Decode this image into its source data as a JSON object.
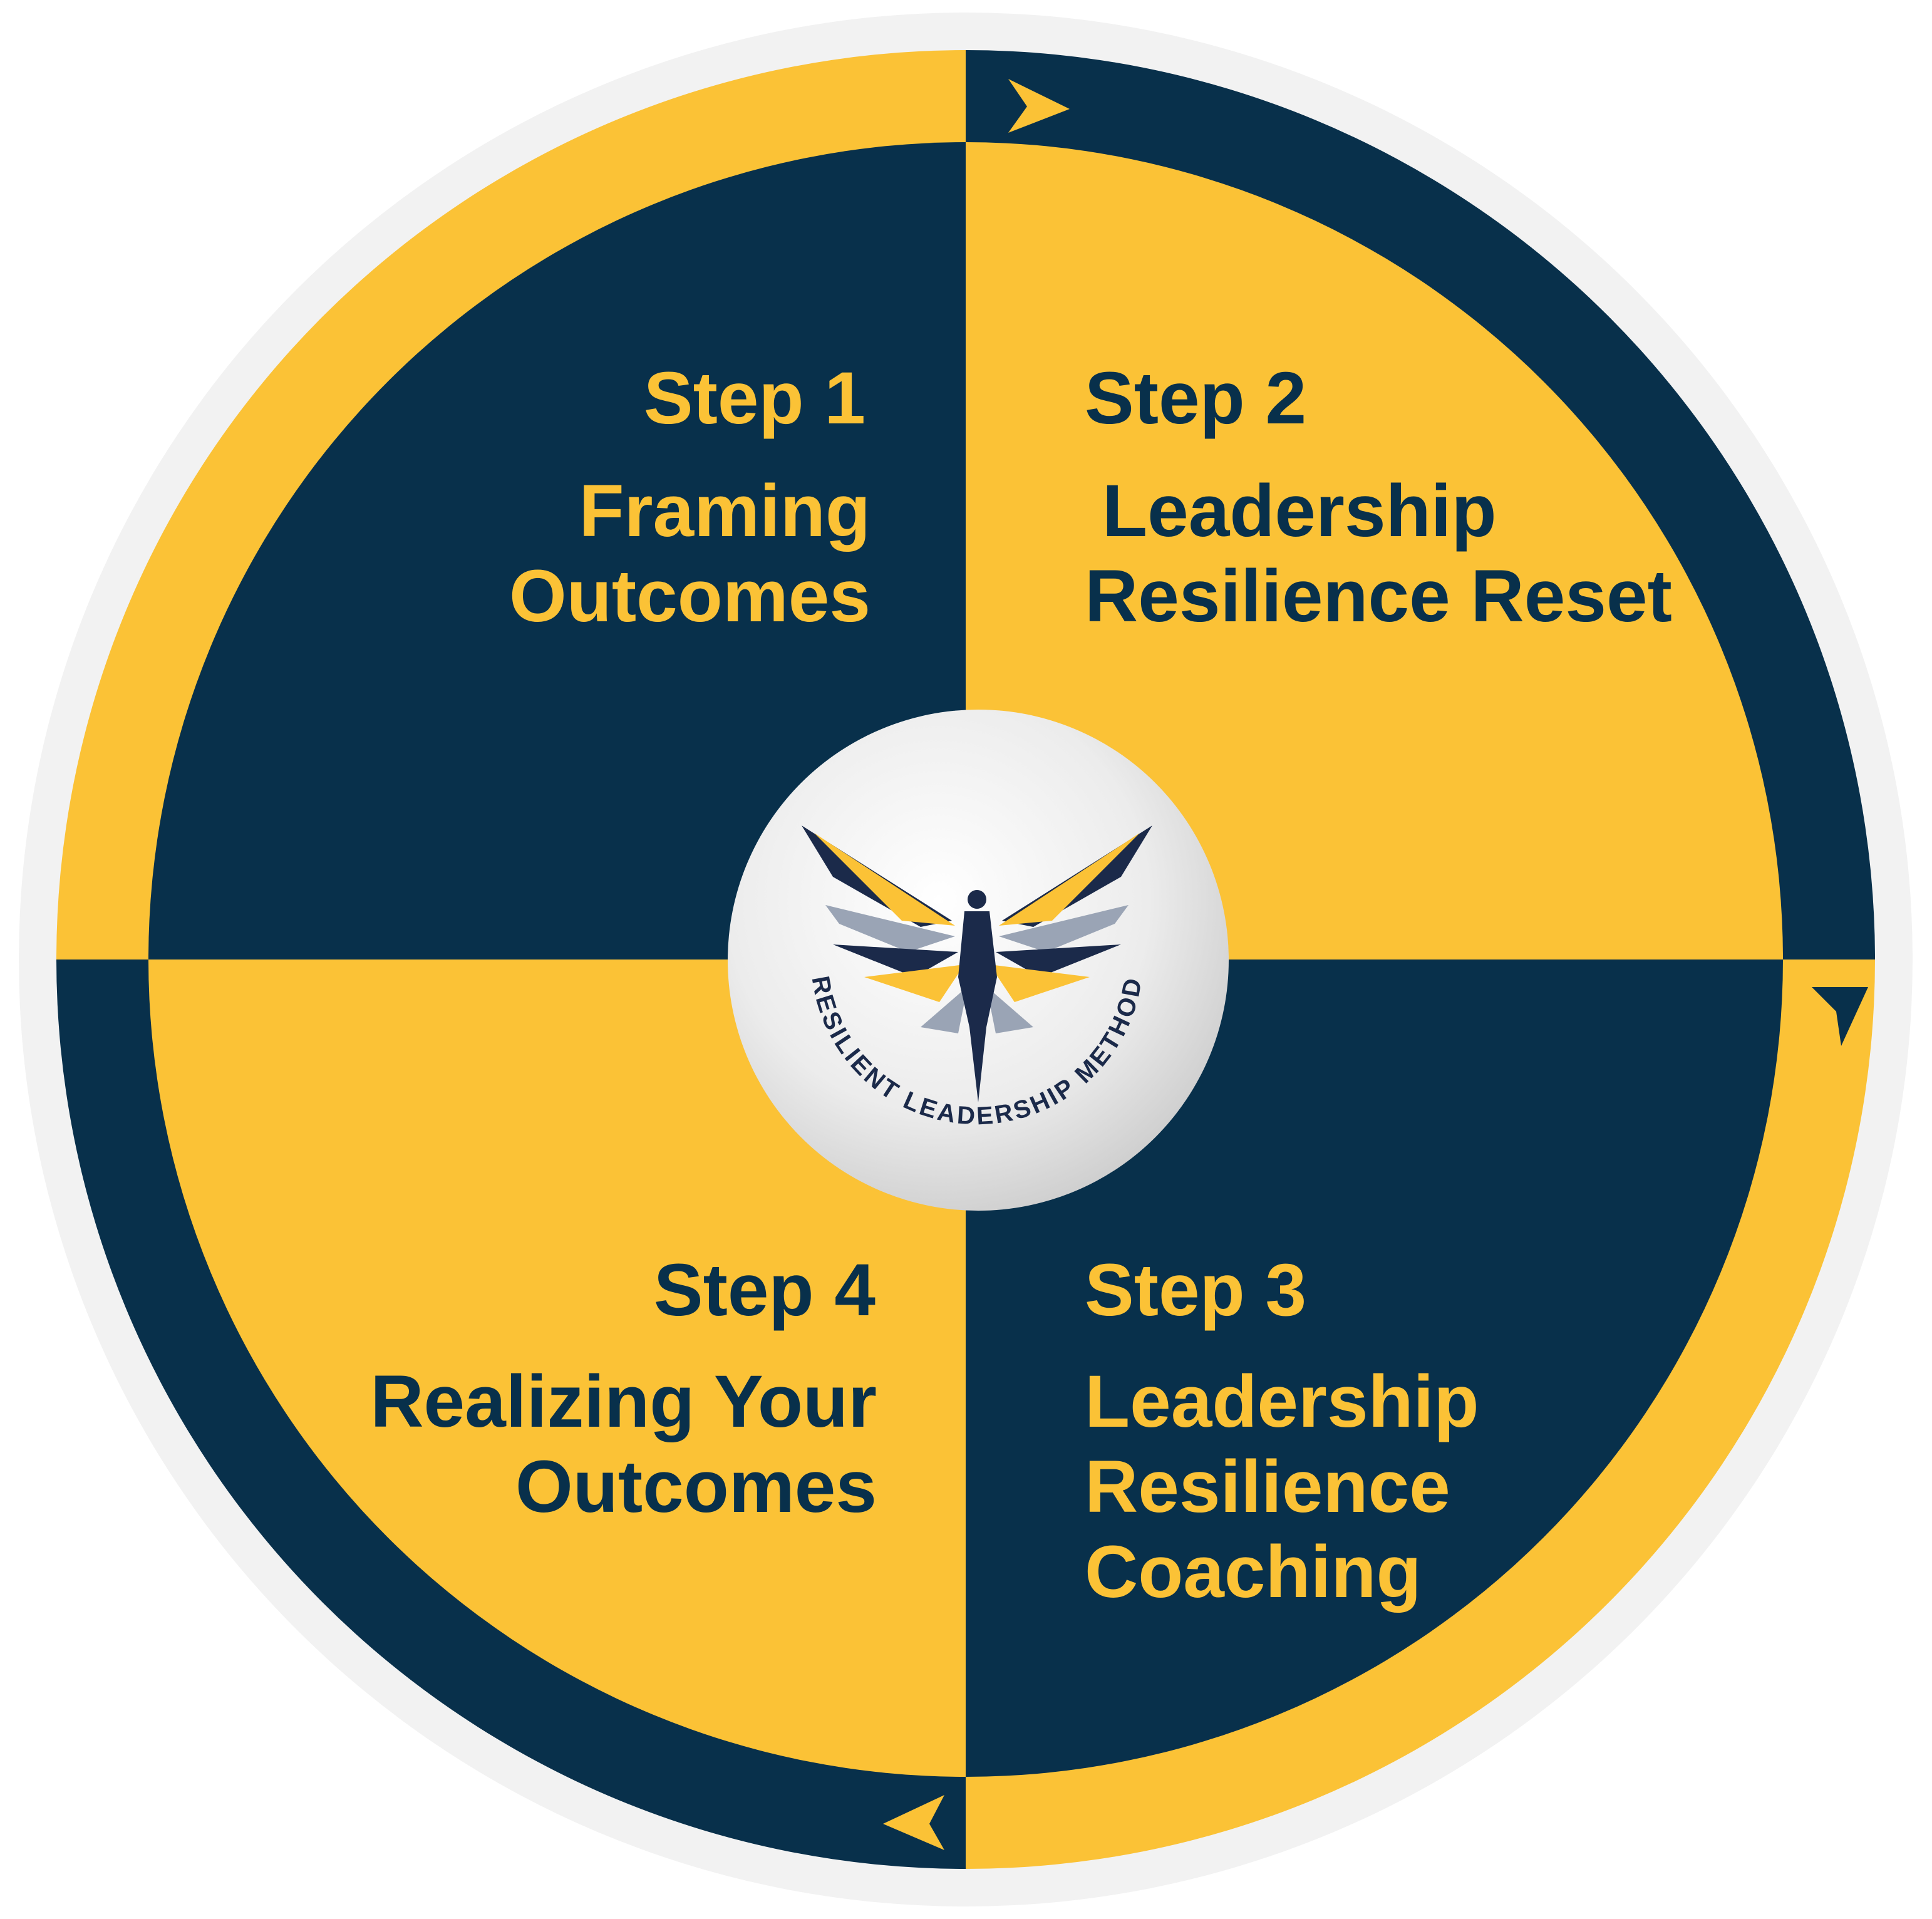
{
  "colors": {
    "navy": "#08304b",
    "gold": "#fbc236",
    "outer_ring": "#f2f2f2",
    "emblem_light": "#ffffff",
    "emblem_dark": "#cfcfcf",
    "wing_grey": "#9aa4b5",
    "wing_dark": "#1b2a4a"
  },
  "cycle_direction": "clockwise",
  "arrow_icons": [
    "arrow-right-icon",
    "arrow-down-icon",
    "arrow-left-icon"
  ],
  "steps": [
    {
      "number": "Step 1",
      "title_lines": [
        "Framing",
        "Outcomes"
      ],
      "quadrant": "top-left",
      "fill": "navy",
      "text_color": "gold"
    },
    {
      "number": "Step 2",
      "title_lines": [
        "Leadership",
        "Resilience Reset"
      ],
      "quadrant": "top-right",
      "fill": "gold",
      "text_color": "navy"
    },
    {
      "number": "Step 3",
      "title_lines": [
        "Leadership",
        "Resilience",
        "Coaching"
      ],
      "quadrant": "bottom-right",
      "fill": "navy",
      "text_color": "gold"
    },
    {
      "number": "Step 4",
      "title_lines": [
        "Realizing Your",
        "Outcomes"
      ],
      "quadrant": "bottom-left",
      "fill": "gold",
      "text_color": "navy"
    }
  ],
  "center_emblem": {
    "logo_text": "RESILIENT LEADERSHIP METHOD",
    "icon": "winged-figure-icon"
  }
}
